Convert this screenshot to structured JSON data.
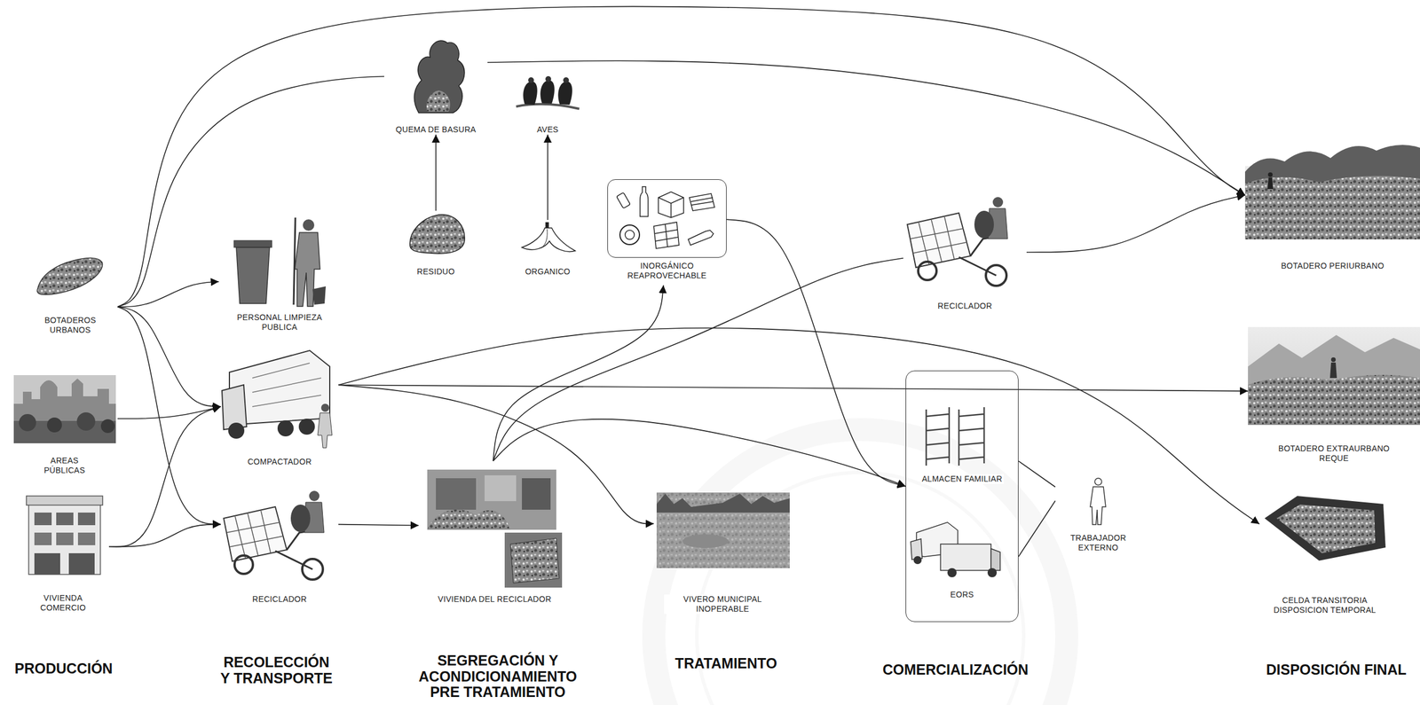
{
  "diagram": {
    "nodes": [
      {
        "text": [
          "BOTADEROS URBANOS"
        ]
      },
      {
        "text": [
          "AREAS PÚBLICAS"
        ]
      },
      {
        "text": [
          "VIVIENDA COMERCIO"
        ]
      },
      {
        "text": [
          "PERSONAL LIMPIEZA PUBLICA"
        ]
      },
      {
        "text": [
          "COMPACTADOR"
        ]
      },
      {
        "text": [
          "RECICLADOR"
        ]
      },
      {
        "text": [
          "QUEMA DE BASURA"
        ]
      },
      {
        "text": [
          "AVES"
        ]
      },
      {
        "text": [
          "RESIDUO"
        ]
      },
      {
        "text": [
          "ORGANICO"
        ]
      },
      {
        "text": [
          "VIVIENDA DEL RECICLADOR"
        ]
      },
      {
        "text": [
          "INORGÁNICO REAPROVECHABLE"
        ]
      },
      {
        "text": [
          "VIVERO MUNICIPAL INOPERABLE"
        ]
      },
      {
        "text": [
          "RECICLADOR"
        ]
      },
      {
        "text": [
          "ALMACEN FAMILIAR",
          "EORS"
        ]
      },
      {
        "text": [
          "TRABAJADOR EXTERNO"
        ]
      },
      {
        "text": [
          "BOTADERO PERIURBANO"
        ]
      },
      {
        "text": [
          "BOTADERO EXTRAURBANO REQUE"
        ]
      },
      {
        "text": [
          "CELDA TRANSITORIA DISPOSICION TEMPORAL"
        ]
      }
    ],
    "edges": [
      {
        "from": 0,
        "to": 3,
        "arrow": "to"
      },
      {
        "from": 0,
        "to": 4,
        "arrow": "to"
      },
      {
        "from": 0,
        "to": 5,
        "arrow": "to"
      },
      {
        "from": 0,
        "to": 6,
        "arrow": "none"
      },
      {
        "from": 0,
        "to": 16,
        "arrow": "to"
      },
      {
        "from": 1,
        "to": 4,
        "arrow": "to"
      },
      {
        "from": 2,
        "to": 4,
        "arrow": "to"
      },
      {
        "from": 2,
        "to": 5,
        "arrow": "to"
      },
      {
        "from": 6,
        "to": 16,
        "arrow": "to"
      },
      {
        "from": 8,
        "to": 6,
        "arrow": "to"
      },
      {
        "from": 9,
        "to": 7,
        "arrow": "to"
      },
      {
        "from": 5,
        "to": 10,
        "arrow": "to"
      },
      {
        "from": 10,
        "to": 11,
        "arrow": "to"
      },
      {
        "from": 10,
        "to": 13,
        "arrow": "none"
      },
      {
        "from": 10,
        "to": 14,
        "arrow": "to"
      },
      {
        "from": 11,
        "to": 14,
        "arrow": "to"
      },
      {
        "from": 13,
        "to": 16,
        "arrow": "to"
      },
      {
        "from": 4,
        "to": 17,
        "arrow": "to"
      },
      {
        "from": 4,
        "to": 18,
        "arrow": "to"
      },
      {
        "from": 4,
        "to": 12,
        "arrow": "to"
      },
      {
        "from": 15,
        "to": 14,
        "arrow": "none"
      },
      {
        "from": 15,
        "to": 14,
        "arrow": "none"
      }
    ],
    "labels": [
      "PRODUCCIÓN",
      "RECOLECCIÓN Y TRANSPORTE",
      "SEGREGACIÓN Y ACONDICIONAMIENTO PRE TRATAMIENTO",
      "TRATAMIENTO",
      "COMERCIALIZACIÓN",
      "DISPOSICIÓN FINAL"
    ]
  }
}
